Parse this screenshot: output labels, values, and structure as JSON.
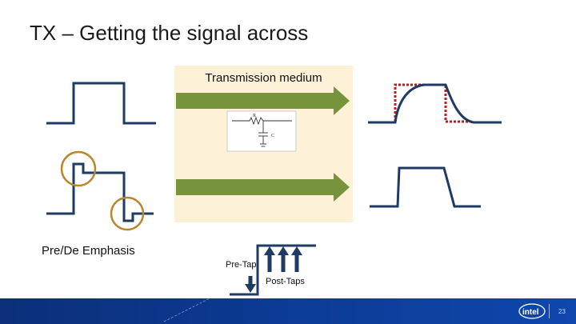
{
  "slide": {
    "title": "TX – Getting the signal across",
    "medium_label": "Transmission medium",
    "emphasis_label": "Pre/De Emphasis",
    "pre_tap_label": "Pre-Tap",
    "post_taps_label": "Post-Taps",
    "page_number": "23",
    "circuit": {
      "resistor_label": "R",
      "capacitor_label": "C"
    },
    "logo_text": "intel"
  },
  "colors": {
    "waveform": "#1f3b63",
    "arrow": "#77933c",
    "medium_background": "#fdf1d8",
    "highlight_circle": "#b8862b",
    "ideal_dotted": "#b22222",
    "footer": "#0d3d9a"
  }
}
